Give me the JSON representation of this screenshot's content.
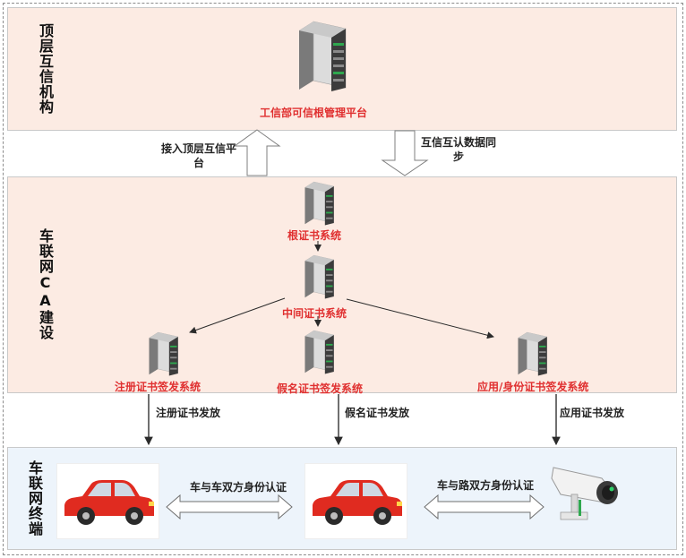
{
  "layers": {
    "top": {
      "title": "顶层互信机构"
    },
    "ca": {
      "title": "车联网CA建设"
    },
    "terminal": {
      "title": "车联网终端"
    }
  },
  "nodes": {
    "miit_platform": "工信部可信根管理平台",
    "root_ca": "根证书系统",
    "intermediate_ca": "中间证书系统",
    "registration_ca": "注册证书签发系统",
    "pseudonym_ca": "假名证书签发系统",
    "application_ca": "应用/身份证书签发系统"
  },
  "flows": {
    "access_top": "接入顶层互信平台",
    "sync": "互信互认数据同步",
    "issue_registration": "注册证书发放",
    "issue_pseudonym": "假名证书发放",
    "issue_application": "应用证书发放",
    "v2v_auth": "车与车双方身份认证",
    "v2i_auth": "车与路双方身份认证"
  },
  "colors": {
    "layer_bg": "#fcebe3",
    "terminal_bg": "#edf4fb",
    "node_label": "#e03030",
    "car_body": "#e02b20"
  }
}
